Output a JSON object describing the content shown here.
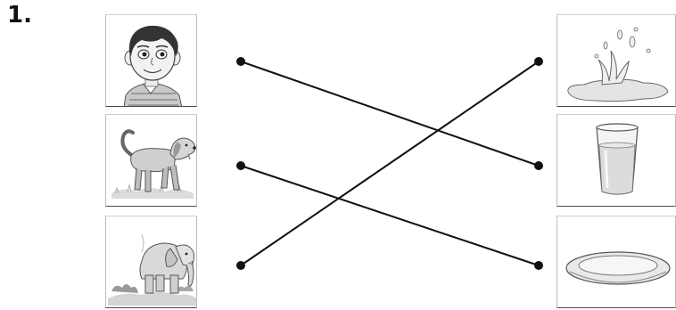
{
  "question_number": "1.",
  "left_items": [
    {
      "id": "boy",
      "icon": "boy-illustration"
    },
    {
      "id": "dog",
      "icon": "dog-illustration"
    },
    {
      "id": "elephant",
      "icon": "elephant-illustration"
    }
  ],
  "right_items": [
    {
      "id": "splash",
      "icon": "liquid-splash-illustration"
    },
    {
      "id": "glass",
      "icon": "glass-of-milk-illustration"
    },
    {
      "id": "dish",
      "icon": "shallow-dish-illustration"
    }
  ],
  "matches": [
    {
      "from": 0,
      "to": 1
    },
    {
      "from": 1,
      "to": 2
    },
    {
      "from": 2,
      "to": 0
    }
  ],
  "colors": {
    "line": "#111111",
    "card_border": "#4a4a4a"
  }
}
